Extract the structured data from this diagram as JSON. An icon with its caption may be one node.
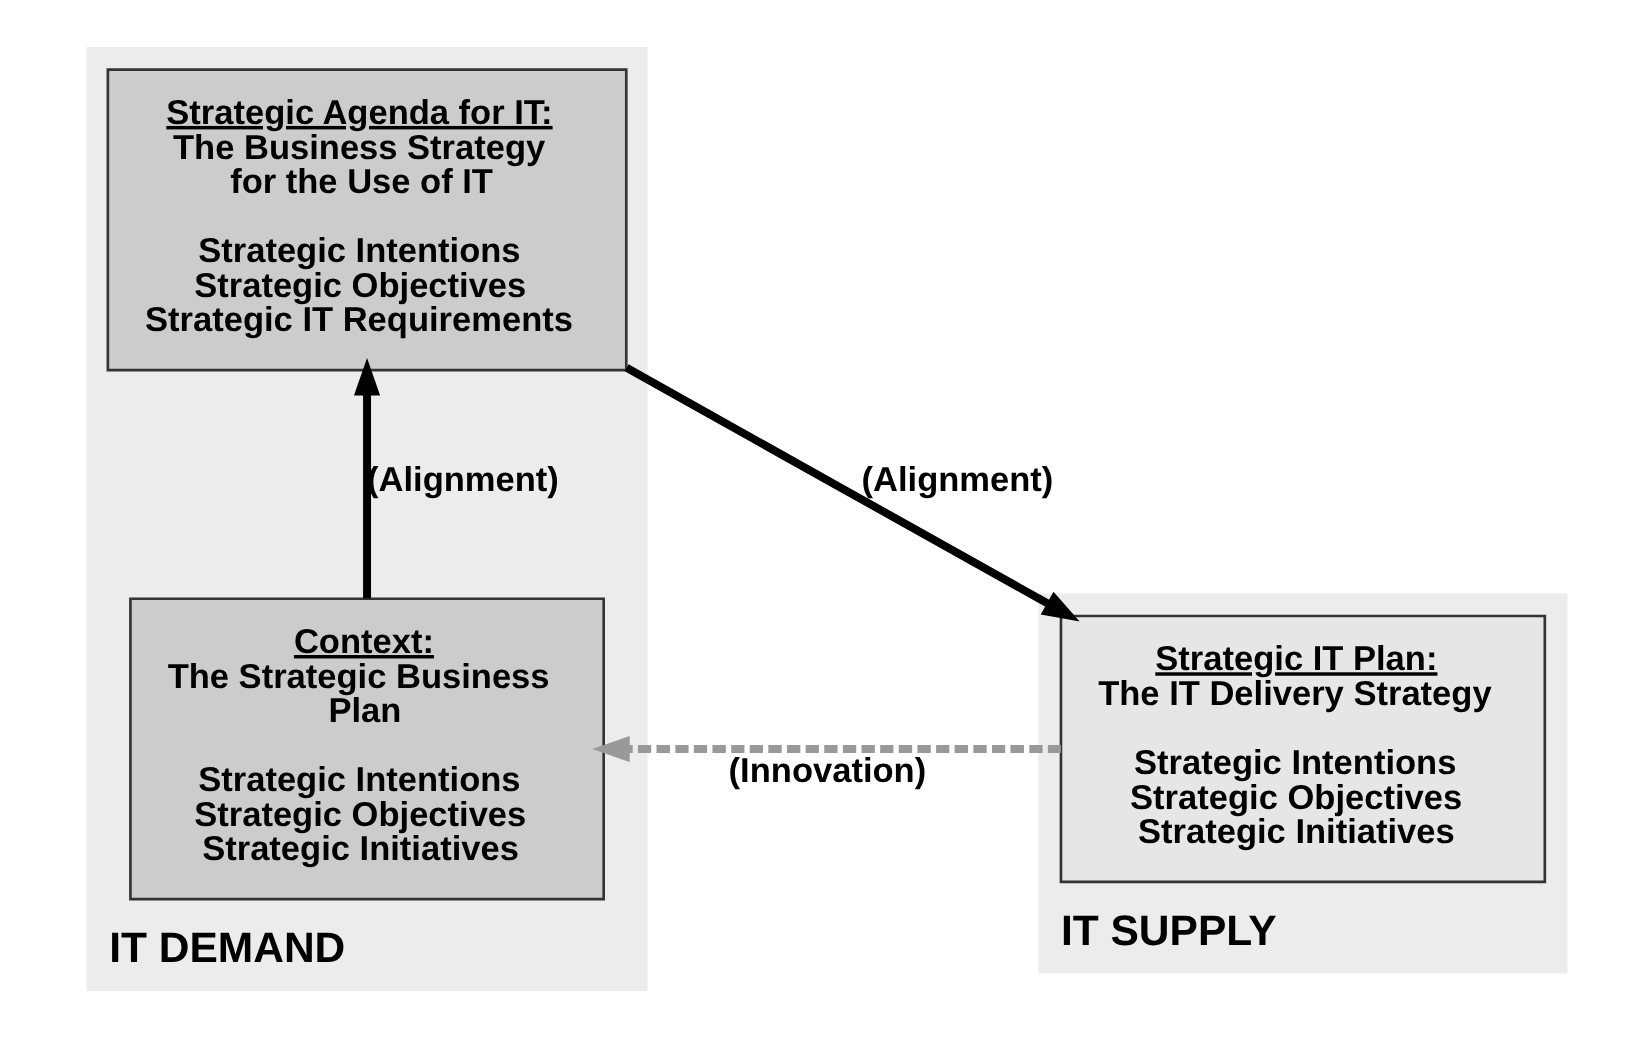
{
  "diagram": {
    "nodes": [
      {
        "text": [
          "IT DEMAND"
        ]
      },
      {
        "text": [
          "Strategic Agenda for IT:",
          "The Business Strategy for the Use of IT",
          "Strategic Intentions Strategic Objectives Strategic IT Requirements"
        ],
        "in": 0
      },
      {
        "text": [
          "Context:",
          "The Strategic Business Plan",
          "Strategic Intentions Strategic Objectives Strategic Initiatives"
        ],
        "in": 0
      },
      {
        "text": [
          "IT SUPPLY"
        ]
      },
      {
        "text": [
          "Strategic IT Plan:",
          "The IT Delivery Strategy",
          "Strategic Intentions Strategic Objectives Strategic Initiatives"
        ],
        "in": 3
      }
    ],
    "edges": [
      {
        "from": 2,
        "to": 1,
        "arrow": "to",
        "label": "(Alignment)"
      },
      {
        "from": 1,
        "to": 4,
        "arrow": "to",
        "label": "(Alignment)"
      },
      {
        "from": 4,
        "to": 2,
        "arrow": "to",
        "label": "(Innovation)",
        "style": "dashed",
        "color": "#999999"
      }
    ]
  }
}
